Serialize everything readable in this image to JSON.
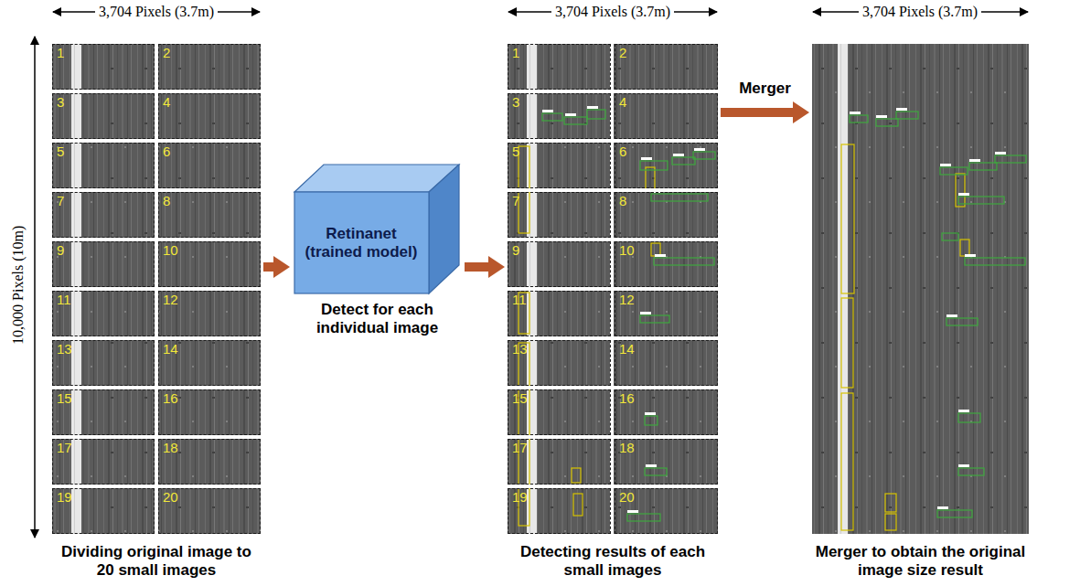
{
  "diagram": {
    "nodes": [
      {
        "text": [
          "Dividing original image to 20 small images"
        ]
      },
      {
        "text": [
          "1"
        ],
        "in": 0
      },
      {
        "text": [
          "2"
        ],
        "in": 0
      },
      {
        "text": [
          "3"
        ],
        "in": 0
      },
      {
        "text": [
          "4"
        ],
        "in": 0
      },
      {
        "text": [
          "5"
        ],
        "in": 0
      },
      {
        "text": [
          "6"
        ],
        "in": 0
      },
      {
        "text": [
          "7"
        ],
        "in": 0
      },
      {
        "text": [
          "8"
        ],
        "in": 0
      },
      {
        "text": [
          "9"
        ],
        "in": 0
      },
      {
        "text": [
          "10"
        ],
        "in": 0
      },
      {
        "text": [
          "11"
        ],
        "in": 0
      },
      {
        "text": [
          "12"
        ],
        "in": 0
      },
      {
        "text": [
          "13"
        ],
        "in": 0
      },
      {
        "text": [
          "14"
        ],
        "in": 0
      },
      {
        "text": [
          "15"
        ],
        "in": 0
      },
      {
        "text": [
          "16"
        ],
        "in": 0
      },
      {
        "text": [
          "17"
        ],
        "in": 0
      },
      {
        "text": [
          "18"
        ],
        "in": 0
      },
      {
        "text": [
          "19"
        ],
        "in": 0
      },
      {
        "text": [
          "20"
        ],
        "in": 0
      },
      {
        "text": [
          "Retinanet (trained model)",
          "Detect for each individual image"
        ]
      },
      {
        "text": [
          "Detecting results of each small images"
        ]
      },
      {
        "text": [
          "1"
        ],
        "in": 22
      },
      {
        "text": [
          "2"
        ],
        "in": 22
      },
      {
        "text": [
          "3"
        ],
        "in": 22
      },
      {
        "text": [
          "4"
        ],
        "in": 22
      },
      {
        "text": [
          "5"
        ],
        "in": 22
      },
      {
        "text": [
          "6"
        ],
        "in": 22
      },
      {
        "text": [
          "7"
        ],
        "in": 22
      },
      {
        "text": [
          "8"
        ],
        "in": 22
      },
      {
        "text": [
          "9"
        ],
        "in": 22
      },
      {
        "text": [
          "10"
        ],
        "in": 22
      },
      {
        "text": [
          "11"
        ],
        "in": 22
      },
      {
        "text": [
          "12"
        ],
        "in": 22
      },
      {
        "text": [
          "13"
        ],
        "in": 22
      },
      {
        "text": [
          "14"
        ],
        "in": 22
      },
      {
        "text": [
          "15"
        ],
        "in": 22
      },
      {
        "text": [
          "16"
        ],
        "in": 22
      },
      {
        "text": [
          "17"
        ],
        "in": 22
      },
      {
        "text": [
          "18"
        ],
        "in": 22
      },
      {
        "text": [
          "19"
        ],
        "in": 22
      },
      {
        "text": [
          "20"
        ],
        "in": 22
      },
      {
        "text": [
          "Merger to obtain the original image size result"
        ]
      }
    ],
    "edges": [
      {
        "from": 0,
        "to": 21,
        "arrow": "to"
      },
      {
        "from": 21,
        "to": 22,
        "arrow": "to"
      },
      {
        "from": 22,
        "to": 43,
        "label": "Merger",
        "arrow": "to"
      }
    ],
    "labels": [
      "3,704 Pixels (3.7m)",
      "3,704 Pixels (3.7m)",
      "3,704 Pixels (3.7m)",
      "10,000 Pixels (10m)"
    ]
  }
}
